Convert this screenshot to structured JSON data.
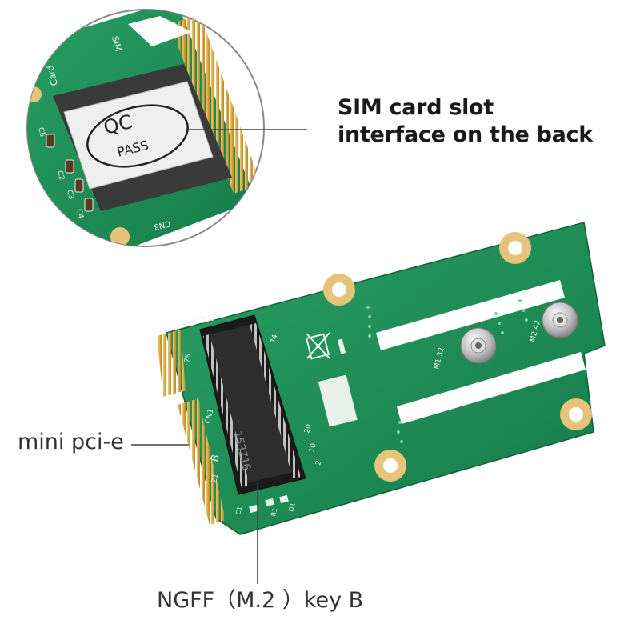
{
  "callouts": {
    "sim_slot_line1": "SIM card slot",
    "sim_slot_line2": "interface on the back",
    "mini_pcie": "mini pci-e",
    "ngff": "NGFF（M.2 ）key B"
  },
  "board_markings": {
    "version": "Ver 2.0",
    "cn1": "CN1",
    "pin75": "75",
    "pin74": "74",
    "pin20": "20",
    "pin10": "10",
    "pin2": "2",
    "key": "B",
    "pin21": "21",
    "chip_code": "153Z16",
    "m1": "M1 32",
    "m2": "M2 42",
    "c1": "C1",
    "r1": "R1",
    "d1": "D1"
  },
  "inset_markings": {
    "sim": "SIM",
    "card": "Card",
    "qc": "QC",
    "pass": "PASS",
    "cn3": "CN3",
    "c3": "C3",
    "c2": "C2",
    "c4": "C4",
    "c5": "C5"
  },
  "colors": {
    "pcb": "#1f8f55",
    "pcb_dark": "#167444",
    "gold": "#d9a93a",
    "slot": "#1c1c1c",
    "silkscreen": "#e8f4ec"
  }
}
